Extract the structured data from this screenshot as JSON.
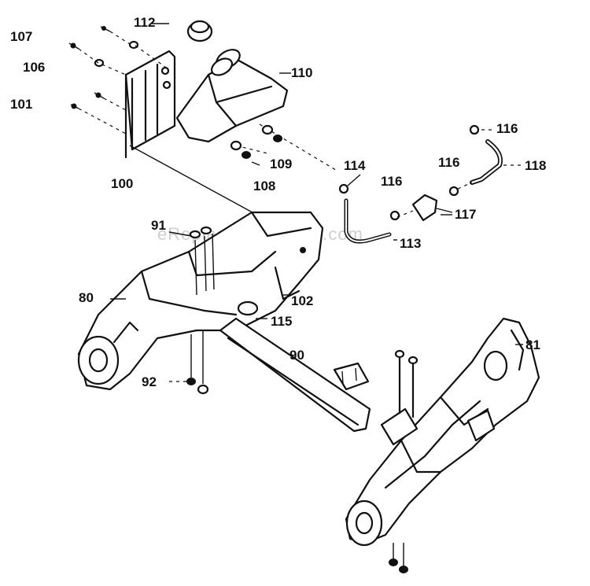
{
  "watermark": "eReplacementParts.com",
  "labels": {
    "l107": "107",
    "l112": "112",
    "l106": "106",
    "l110": "110",
    "l101": "101",
    "l100": "100",
    "l109": "109",
    "l108": "108",
    "l114": "114",
    "l116a": "116",
    "l116b": "116",
    "l116c": "116",
    "l118": "118",
    "l117": "117",
    "l113": "113",
    "l91": "91",
    "l80": "80",
    "l102": "102",
    "l115": "115",
    "l90": "90",
    "l92": "92",
    "l81": "81"
  }
}
